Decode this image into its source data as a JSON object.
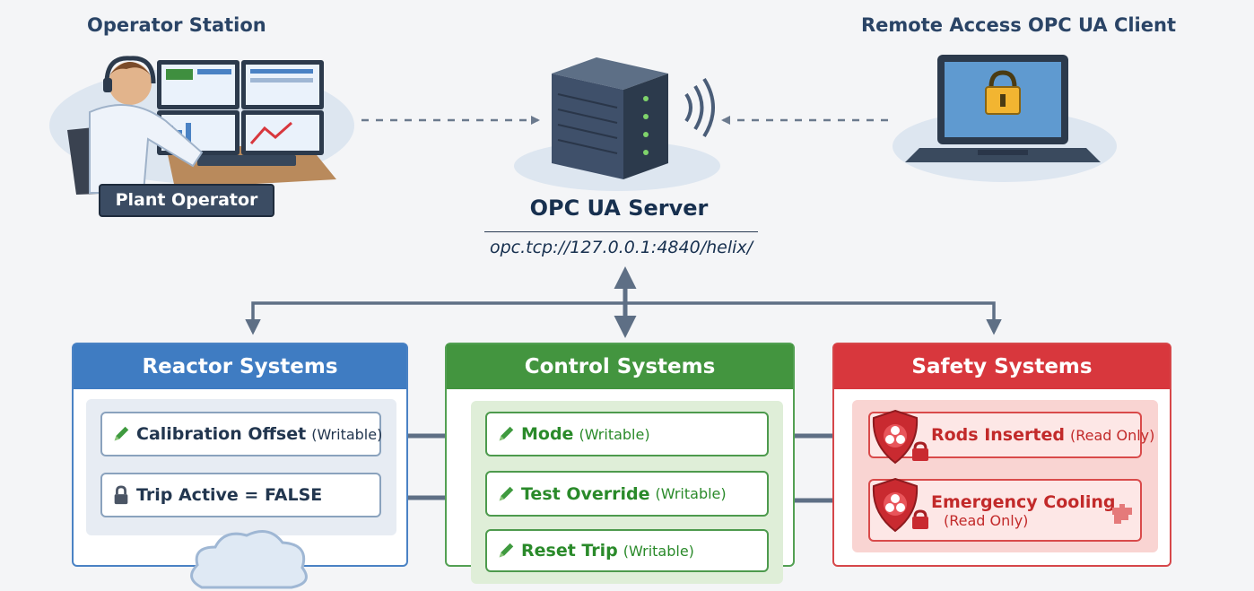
{
  "labels": {
    "operator_station": "Operator Station",
    "remote_client": "Remote Access OPC UA Client",
    "plant_operator": "Plant Operator",
    "server_title": "OPC UA Server",
    "server_url": "opc.tcp://127.0.0.1:4840/helix/"
  },
  "reactor": {
    "title": "Reactor Systems",
    "items": [
      {
        "label": "Calibration Offset",
        "tag": "(Writable)"
      },
      {
        "label": "Trip Active = FALSE",
        "tag": ""
      }
    ]
  },
  "control": {
    "title": "Control Systems",
    "items": [
      {
        "label": "Mode",
        "tag": "(Writable)"
      },
      {
        "label": "Test Override",
        "tag": "(Writable)"
      },
      {
        "label": "Reset Trip",
        "tag": "(Writable)"
      }
    ]
  },
  "safety": {
    "title": "Safety Systems",
    "items": [
      {
        "label": "Rods Inserted",
        "tag": "(Read Only)"
      },
      {
        "label": "Emergency Cooling",
        "tag": "(Read Only)"
      }
    ]
  },
  "colors": {
    "reactor": "#3f7cc2",
    "control": "#43953f",
    "safety": "#d8373d",
    "connector": "#5e6f85"
  }
}
